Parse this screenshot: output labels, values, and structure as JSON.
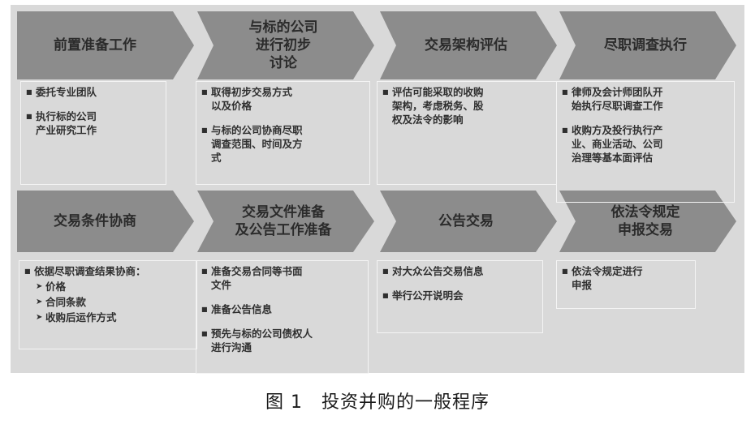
{
  "colors": {
    "arrow_fill": "#8c8c8c",
    "canvas_bg": "#d9d9d9",
    "box_border": "#f4f4f4"
  },
  "steps": [
    {
      "label": "前置准备工作",
      "items": [
        {
          "text": "委托专业团队"
        },
        {
          "text": "执行标的公司\n产业研究工作"
        }
      ]
    },
    {
      "label": "与标的公司\n进行初步\n讨论",
      "items": [
        {
          "text": "取得初步交易方式\n以及价格"
        },
        {
          "text": "与标的公司协商尽职\n调查范围、时间及方\n式"
        }
      ]
    },
    {
      "label": "交易架构评估",
      "items": [
        {
          "text": "评估可能采取的收购\n架构，考虑税务、股\n权及法令的影响"
        }
      ]
    },
    {
      "label": "尽职调查执行",
      "items": [
        {
          "text": "律师及会计师团队开\n始执行尽职调查工作"
        },
        {
          "text": "收购方及投行执行产\n业、商业活动、公司\n治理等基本面评估"
        }
      ]
    },
    {
      "label": "交易条件协商",
      "items": [
        {
          "text": "依据尽职调查结果协商："
        },
        {
          "text": "价格",
          "sub": true
        },
        {
          "text": "合同条款",
          "sub": true
        },
        {
          "text": "收购后运作方式",
          "sub": true
        }
      ]
    },
    {
      "label": "交易文件准备\n及公告工作准备",
      "items": [
        {
          "text": "准备交易合同等书面\n文件"
        },
        {
          "text": "准备公告信息"
        },
        {
          "text": "预先与标的公司债权人\n进行沟通"
        }
      ]
    },
    {
      "label": "公告交易",
      "items": [
        {
          "text": "对大众公告交易信息"
        },
        {
          "text": "举行公开说明会"
        }
      ]
    },
    {
      "label": "依法令规定\n申报交易",
      "items": [
        {
          "text": "依法令规定进行\n申报"
        }
      ]
    }
  ],
  "caption": "图 1　投资并购的一般程序"
}
